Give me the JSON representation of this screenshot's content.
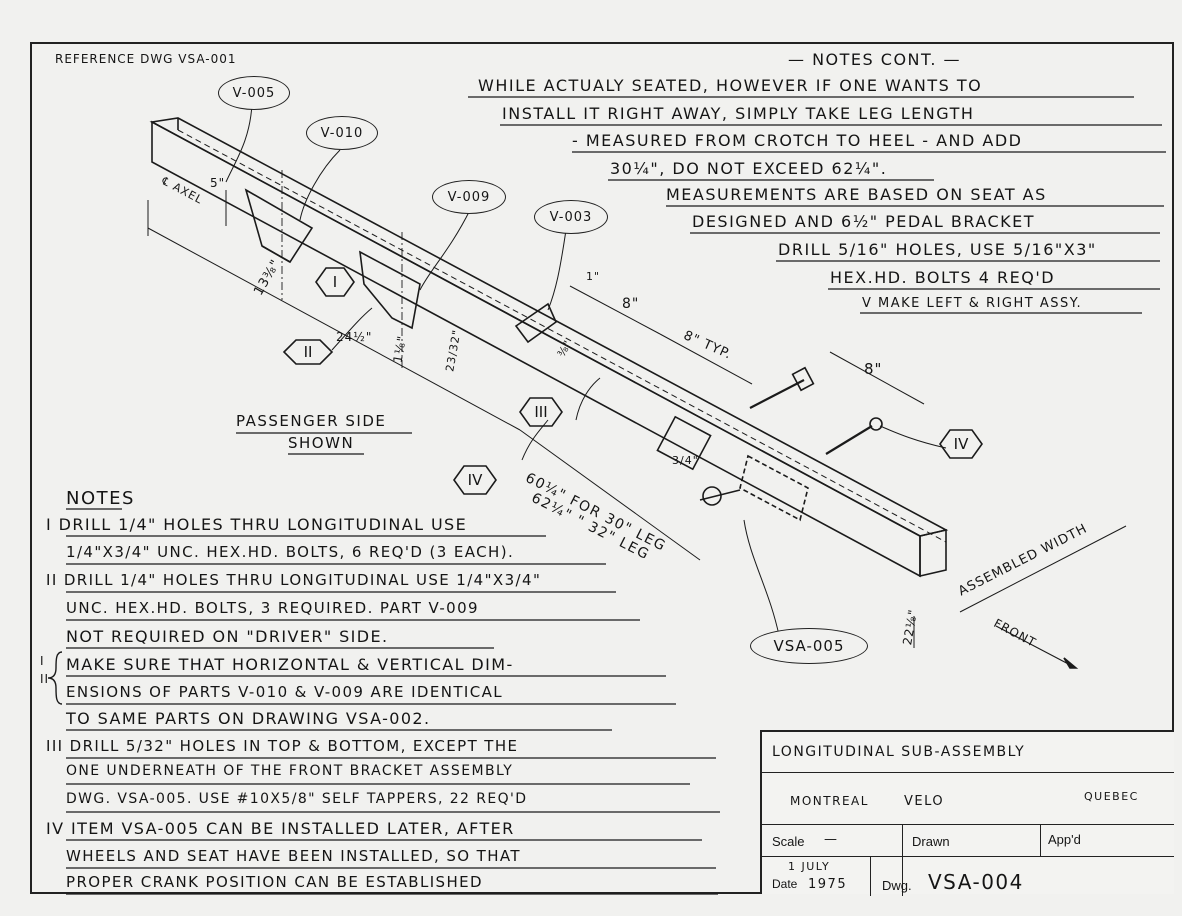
{
  "reference": "REFERENCE DWG VSA-001",
  "notes_cont": {
    "heading": "— NOTES CONT. —",
    "lines": [
      "WHILE ACTUALY SEATED, HOWEVER IF ONE WANTS TO",
      "INSTALL IT RIGHT AWAY, SIMPLY TAKE LEG LENGTH",
      "- MEASURED FROM CROTCH TO HEEL - AND ADD",
      "30¼\", DO NOT EXCEED 62¼\".",
      "MEASUREMENTS ARE BASED ON SEAT AS",
      "DESIGNED AND 6½\" PEDAL BRACKET",
      "DRILL 5/16\" HOLES, USE 5/16\"x3\"",
      "HEX.HD. BOLTS 4 REQ'D",
      "V MAKE LEFT & RIGHT ASSY."
    ]
  },
  "callouts": {
    "v005": "V-005",
    "v010": "V-010",
    "v009": "V-009",
    "v003": "V-003",
    "vsa005": "VSA-005",
    "roman_i": "I",
    "roman_ii": "II",
    "roman_iii": "III",
    "roman_iv_left": "IV",
    "roman_iv_right": "IV"
  },
  "dimensions": {
    "axel": "℄ AXEL",
    "d5": "5\"",
    "d138": "13⅜\"",
    "d242": "24½\"",
    "d18": "1⅛\"",
    "d2332": "23/32\"",
    "d8a": "8\"",
    "d8typ": "8\" TYP.",
    "d8b": "8\"",
    "d1": "1\"",
    "d34": "3/4\"",
    "d38": "⅜\"",
    "len60": "60¼\" FOR 30\" LEG",
    "len62": "62¼\"  \"   32\" LEG",
    "d22": "22⅛\"",
    "assembled": "ASSEMBLED WIDTH",
    "front": "FRONT"
  },
  "passenger": [
    "PASSENGER SIDE",
    "SHOWN"
  ],
  "notes": {
    "heading": "NOTES",
    "lines": [
      "I DRILL 1/4\" HOLES THRU LONGITUDINAL USE",
      "1/4\"x3/4\" UNC. HEX.HD. BOLTS, 6 REQ'D (3 EACH).",
      "II DRILL 1/4\" HOLES THRU LONGITUDINAL USE 1/4\"x3/4\"",
      "UNC. HEX.HD. BOLTS, 3 REQUIRED. PART V-009",
      "NOT REQUIRED ON \"DRIVER\" SIDE.",
      "MAKE SURE THAT HORIZONTAL & VERTICAL DIM-",
      "ENSIONS OF PARTS V-010 & V-009 ARE IDENTICAL",
      "TO SAME PARTS ON DRAWING VSA-002.",
      "III DRILL 5/32\" HOLES IN TOP & BOTTOM, EXCEPT THE",
      "ONE UNDERNEATH OF THE FRONT BRACKET ASSEMBLY",
      "DWG. VSA-005. USE #10x5/8\" SELF TAPPERS, 22 REQ'D",
      "IV ITEM VSA-005 CAN BE INSTALLED LATER, AFTER",
      "WHEELS AND SEAT HAVE BEEN INSTALLED, SO THAT",
      "PROPER CRANK POSITION CAN BE ESTABLISHED"
    ],
    "brace_label": "I II"
  },
  "title_block": {
    "title": "LONGITUDINAL SUB-ASSEMBLY",
    "company_left": "MONTREAL",
    "company_mid": "VELO",
    "company_right": "QUEBEC",
    "scale_label": "Scale",
    "scale_value": "—",
    "drawn_label": "Drawn",
    "appd_label": "App'd",
    "date_label": "Date",
    "date_value_top": "1 JULY",
    "date_value_bottom": "1975",
    "dwg_label": "Dwg.",
    "dwg_value": "VSA-004"
  }
}
